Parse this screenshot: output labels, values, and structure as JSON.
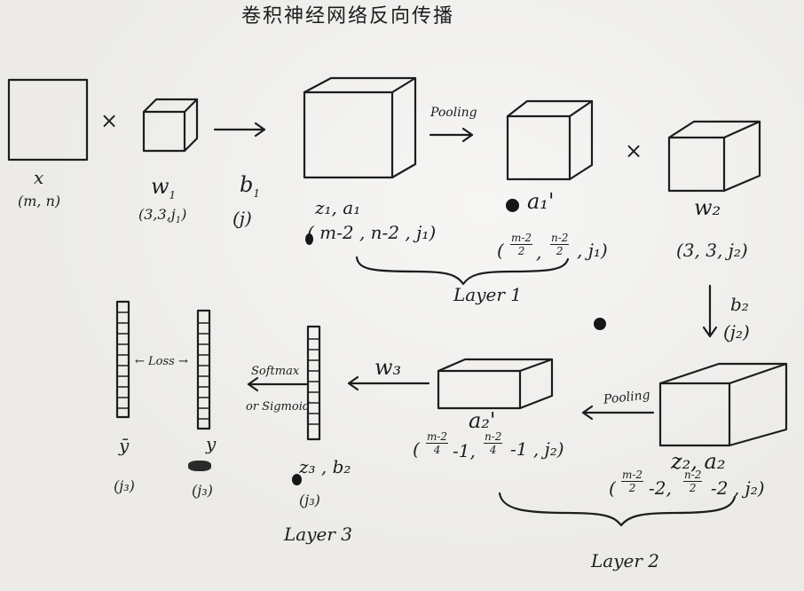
{
  "title": "卷积神经网络反向传播",
  "inputs": {
    "x_label": "x",
    "x_shape": "(m, n)",
    "w1_label": "w",
    "w1_sub": "1",
    "w1_shape": "(3,3,j",
    "w1_shape_sub": "1",
    "b1_label": "b",
    "b1_sub": "1",
    "b1_shape": "(j)",
    "times_symbol": "×"
  },
  "layer1": {
    "z1a1_label": "z₁, a₁",
    "z1a1_shape": "( m-2 , n-2 , j₁)",
    "pooling_label": "Pooling",
    "a1p_label": "a₁'",
    "a1p_shape_open": "(",
    "a1p_f1_num": "m-2",
    "a1p_f1_den": "2",
    "a1p_f2_num": "n-2",
    "a1p_f2_den": "2",
    "a1p_shape_close": ", j₁)",
    "group_label": "Layer 1"
  },
  "layer2": {
    "w2_label": "w₂",
    "w2_shape": "(3, 3, j₂)",
    "b2_label": "b₂",
    "b2_shape": "(j₂)",
    "z2a2_label": "z₂, a₂",
    "z2a2_open": "(",
    "z2a2_f1_num": "m-2",
    "z2a2_f1_den": "2",
    "z2a2_mid1": "-2,",
    "z2a2_f2_num": "n-2",
    "z2a2_f2_den": "2",
    "z2a2_close": "-2 , j₂)",
    "pooling_label": "Pooling",
    "a2p_label": "a₂'",
    "a2p_open": "(",
    "a2p_f1_num": "m-2",
    "a2p_f1_den": "4",
    "a2p_mid1": "-1,",
    "a2p_f2_num": "n-2",
    "a2p_f2_den": "4",
    "a2p_close": "-1 , j₂)",
    "group_label": "Layer 2"
  },
  "layer3": {
    "w3_label": "w₃",
    "softmax_label": "Softmax",
    "or_sigmoid_label": "or Sigmoid",
    "z3b2_label": "z₃ , b₂",
    "z3_shape": "(j₃)",
    "loss_label": "← Loss →",
    "ybar_label": "ȳ",
    "ybar_shape": "(j₃)",
    "y_label": "y",
    "y_shape": "(j₃)",
    "group_label": "Layer 3"
  }
}
